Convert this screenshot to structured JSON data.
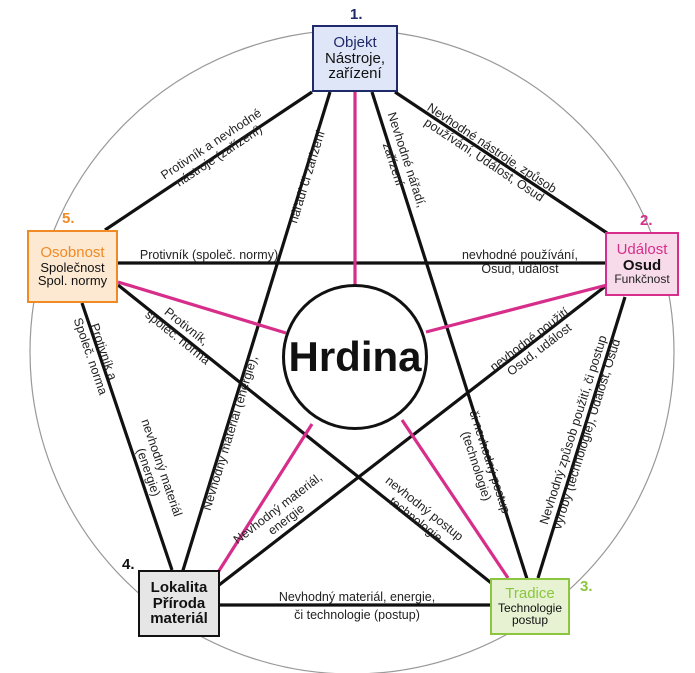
{
  "center": {
    "label": "Hrdina"
  },
  "nodes": {
    "n1": {
      "number": "1.",
      "lines": [
        "Objekt",
        "Nástroje,",
        "zařízení"
      ],
      "border": "#1f2a6b",
      "fill": "#dfe6f7",
      "number_color": "#1f2a6b"
    },
    "n2": {
      "number": "2.",
      "lines": [
        "Událost",
        "Osud",
        "Funkčnost"
      ],
      "border": "#d62e8a",
      "fill": "#f7dbea",
      "number_color": "#d62e8a"
    },
    "n3": {
      "number": "3.",
      "lines": [
        "Tradice",
        "Technologie",
        "postup"
      ],
      "border": "#8cc63f",
      "fill": "#e6f2d2",
      "number_color": "#8cc63f"
    },
    "n4": {
      "number": "4.",
      "lines": [
        "Lokalita",
        "Příroda",
        "materiál"
      ],
      "border": "#111111",
      "fill": "#e6e6e6",
      "number_color": "#111111"
    },
    "n5": {
      "number": "5.",
      "lines": [
        "Osobnost",
        "Společnost",
        "Spol. normy"
      ],
      "border": "#f08a24",
      "fill": "#fde9d2",
      "number_color": "#f08a24"
    }
  },
  "edges": {
    "e1_2": [
      "Nevhodné nástroje, způsob",
      "používání, Událost, Osud"
    ],
    "e1_5": [
      "Protivník a nevhodné",
      "nástroje (zařízení)"
    ],
    "e1_4": [
      "nářadí či zařízení"
    ],
    "e1_3": [
      "Nevhodné nářadí,",
      "zařízení"
    ],
    "e5_2_left": [
      "Protivník (společ. normy)"
    ],
    "e5_2_right": [
      "nevhodné používání,",
      "Osud, událost"
    ],
    "e5_3": [
      "Protivník,",
      "společ. norma"
    ],
    "e5_3_lower": [
      "nevhodný postup",
      "technologie"
    ],
    "e5_4": [
      "Protivník a",
      "Společ. norma"
    ],
    "e5_4_b": [
      "nevhodný materiál",
      "(energie)"
    ],
    "e2_4_top": [
      "nevhodné použití,",
      "Osud, událost"
    ],
    "e2_4_bottom": [
      "Nevhodný materiál,",
      "energie"
    ],
    "e2_3": [
      "Nevhodný způsob použití, či postup",
      "výroby (technologie), Událost, Osud"
    ],
    "e1_3_lower": [
      "či nevhodný postup",
      "(technologie)"
    ],
    "e4_1_lower": [
      "Nevhodný materiál (energie),"
    ],
    "e4_3": [
      "Nevhodný materiál, energie,",
      "či technologie (postup)"
    ]
  },
  "colors": {
    "spoke": "#d62e8a",
    "line": "#111111",
    "outer_circle": "#999999"
  }
}
